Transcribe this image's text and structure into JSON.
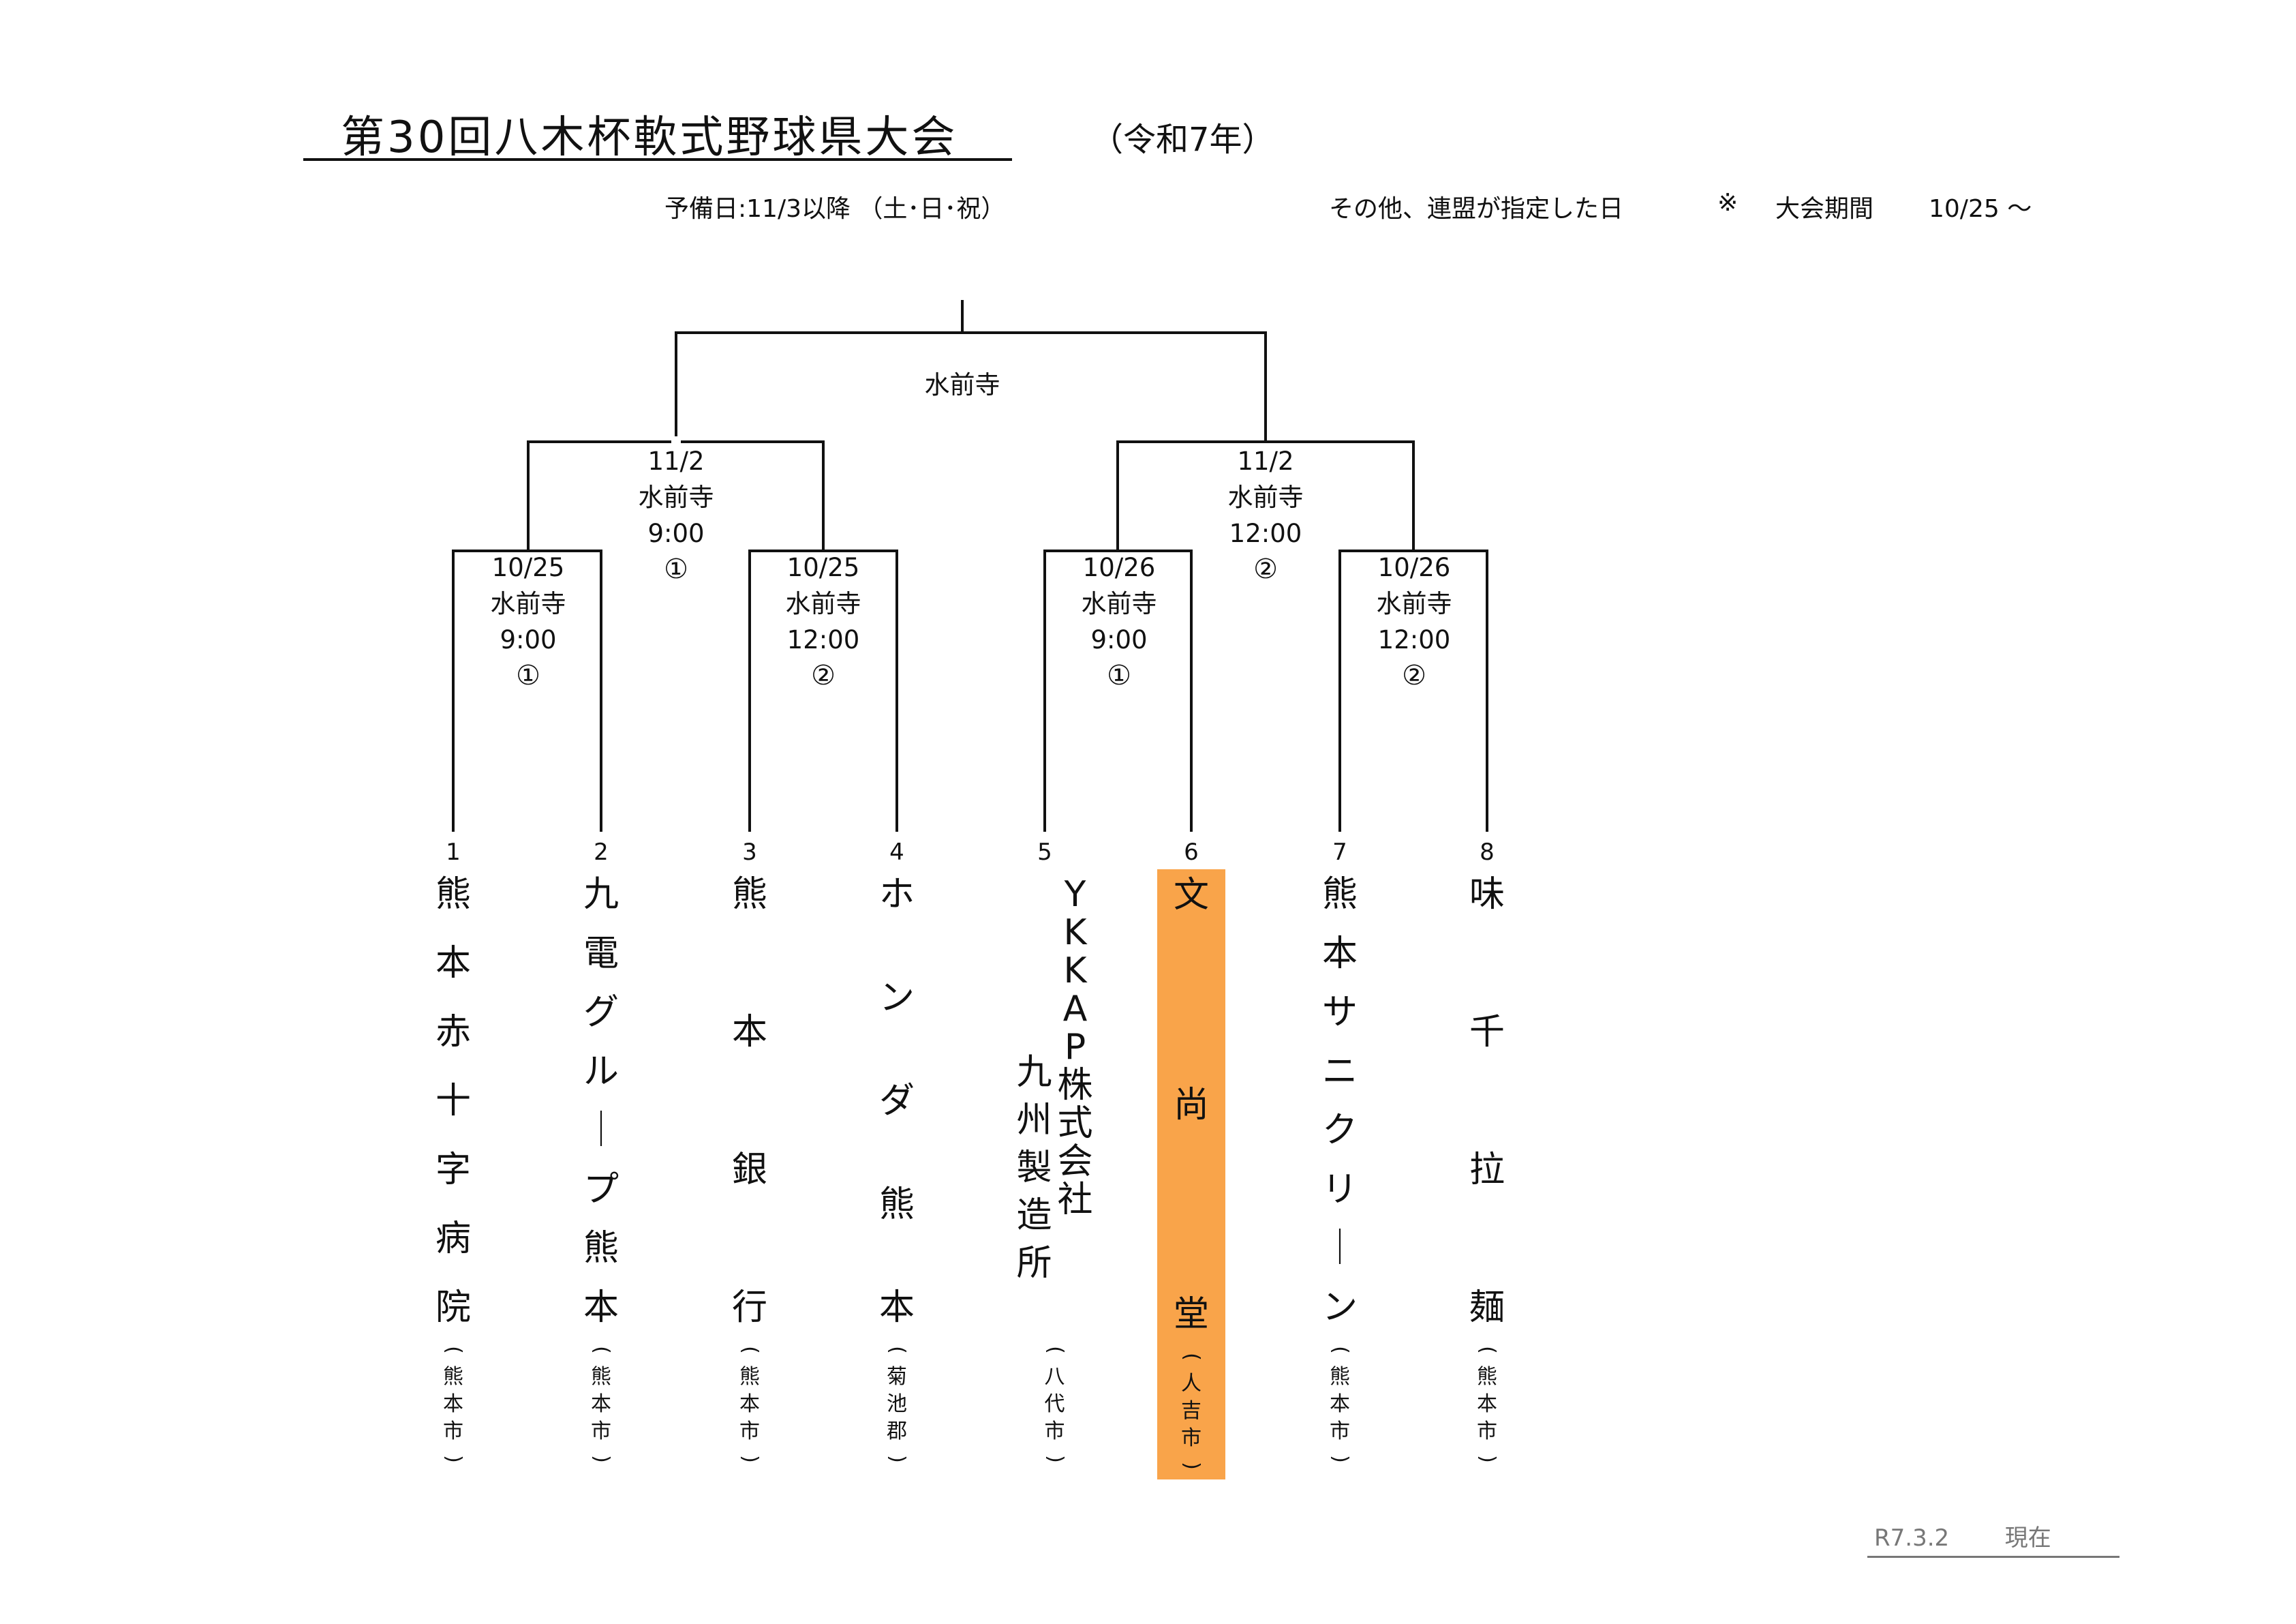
{
  "header": {
    "title": "第30回八木杯軟式野球県大会",
    "era": "（令和7年）",
    "reserve": "予備日:11/3以降 （土･日･祝）",
    "other": "その他、連盟が指定した日",
    "period_mark": "※",
    "period_label": "大会期間",
    "period_value": "10/25 ～"
  },
  "final": {
    "venue": "水前寺"
  },
  "semifinals": [
    {
      "date": "11/2",
      "venue": "水前寺",
      "time": "9:00",
      "court": "①"
    },
    {
      "date": "11/2",
      "venue": "水前寺",
      "time": "12:00",
      "court": "②"
    }
  ],
  "quarterfinals": [
    {
      "date": "10/25",
      "venue": "水前寺",
      "time": "9:00",
      "court": "①"
    },
    {
      "date": "10/25",
      "venue": "水前寺",
      "time": "12:00",
      "court": "②"
    },
    {
      "date": "10/26",
      "venue": "水前寺",
      "time": "9:00",
      "court": "①"
    },
    {
      "date": "10/26",
      "venue": "水前寺",
      "time": "12:00",
      "court": "②"
    }
  ],
  "teams": [
    {
      "seed": "1",
      "name": "熊本赤十字病院",
      "city": "熊本市"
    },
    {
      "seed": "2",
      "name": "九電グループ熊本",
      "city": "熊本市"
    },
    {
      "seed": "3",
      "name": "熊本銀行",
      "city": "熊本市"
    },
    {
      "seed": "4",
      "name": "ホンダ熊本",
      "city": "菊池郡"
    },
    {
      "seed": "5",
      "name_line1": "YKKAP株式会社",
      "name_line2": "九州製造所",
      "city": "八代市"
    },
    {
      "seed": "6",
      "name": "文尚堂",
      "city": "人吉市",
      "highlight": "#f9a44a"
    },
    {
      "seed": "7",
      "name": "熊本サニクリーン",
      "city": "熊本市"
    },
    {
      "seed": "8",
      "name": "味千拉麺",
      "city": "熊本市"
    }
  ],
  "footer": {
    "date": "R7.3.2",
    "label": "現在"
  }
}
